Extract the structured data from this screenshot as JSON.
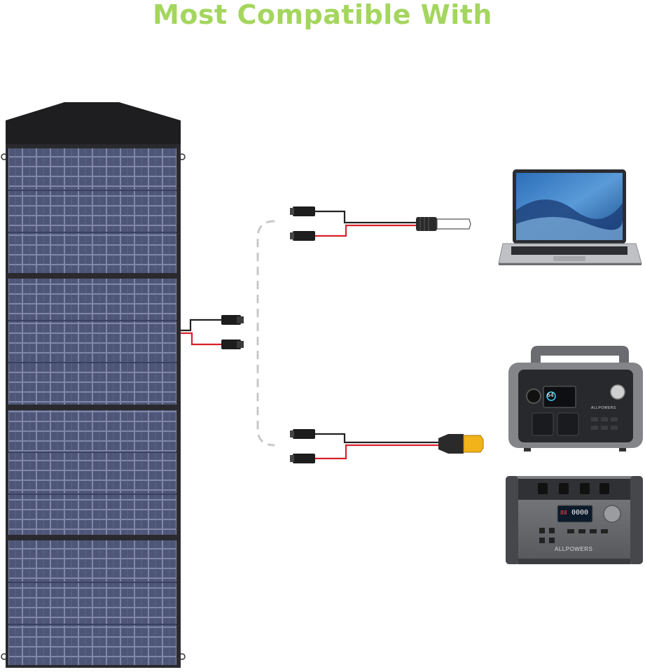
{
  "heading": "Most Compatible With",
  "devices": {
    "laptop": {
      "icon": "laptop-icon"
    },
    "station_r600": {
      "brand": "ALLPOWERS",
      "screen_value": "64"
    },
    "station_s2000": {
      "brand": "ALLPOWERS",
      "screen_value": "88",
      "screen_readout": "0000"
    }
  },
  "cables": {
    "input": {
      "connector": "mc4-connector"
    },
    "output_top": {
      "connector": "dc7909-plug"
    },
    "output_bottom": {
      "connector": "xt60-plug"
    }
  },
  "colors": {
    "heading": "#a4d65e",
    "panel_cell": "#4e5678",
    "panel_frame": "#2a2a2e",
    "wire_red": "#d9202a",
    "wire_black": "#222222",
    "dashed_link": "#c8c8c8",
    "xt60": "#f2b21a"
  }
}
